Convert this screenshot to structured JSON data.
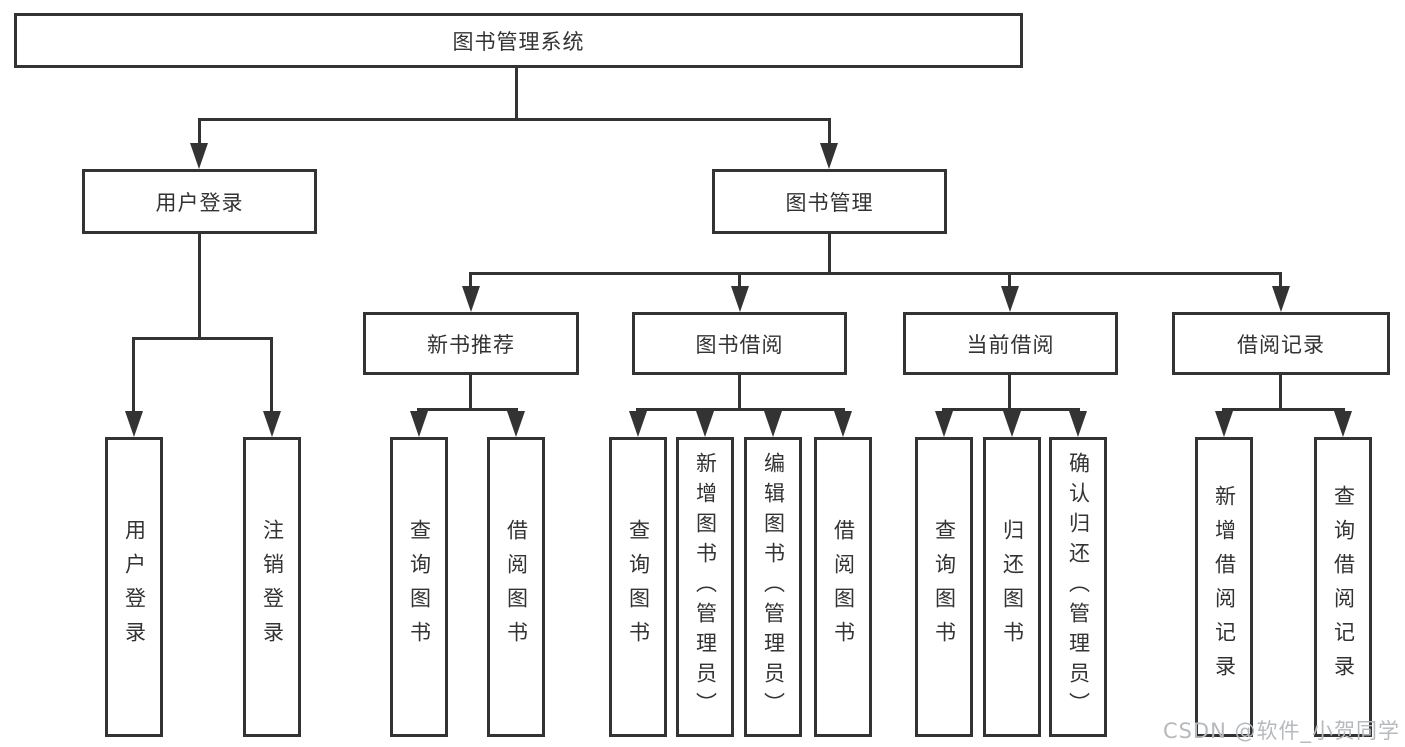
{
  "diagram": {
    "root": "图书管理系统",
    "user_login": {
      "label": "用户登录",
      "children": [
        "用户登录",
        "注销登录"
      ]
    },
    "book_mgmt": {
      "label": "图书管理",
      "new_book_rec": {
        "label": "新书推荐",
        "children": [
          "查询图书",
          "借阅图书"
        ]
      },
      "book_borrow": {
        "label": "图书借阅",
        "children": [
          "查询图书",
          "新增图书（管理员）",
          "编辑图书（管理员）",
          "借阅图书"
        ]
      },
      "current_borrow": {
        "label": "当前借阅",
        "children": [
          "查询图书",
          "归还图书",
          "确认归还（管理员）"
        ]
      },
      "borrow_record": {
        "label": "借阅记录",
        "children": [
          "新增借阅记录",
          "查询借阅记录"
        ]
      }
    }
  },
  "watermark": "CSDN @软件_小贺同学",
  "colors": {
    "line": "#333333",
    "text": "#333333",
    "watermark": "#b6b9bd",
    "background": "#ffffff"
  }
}
